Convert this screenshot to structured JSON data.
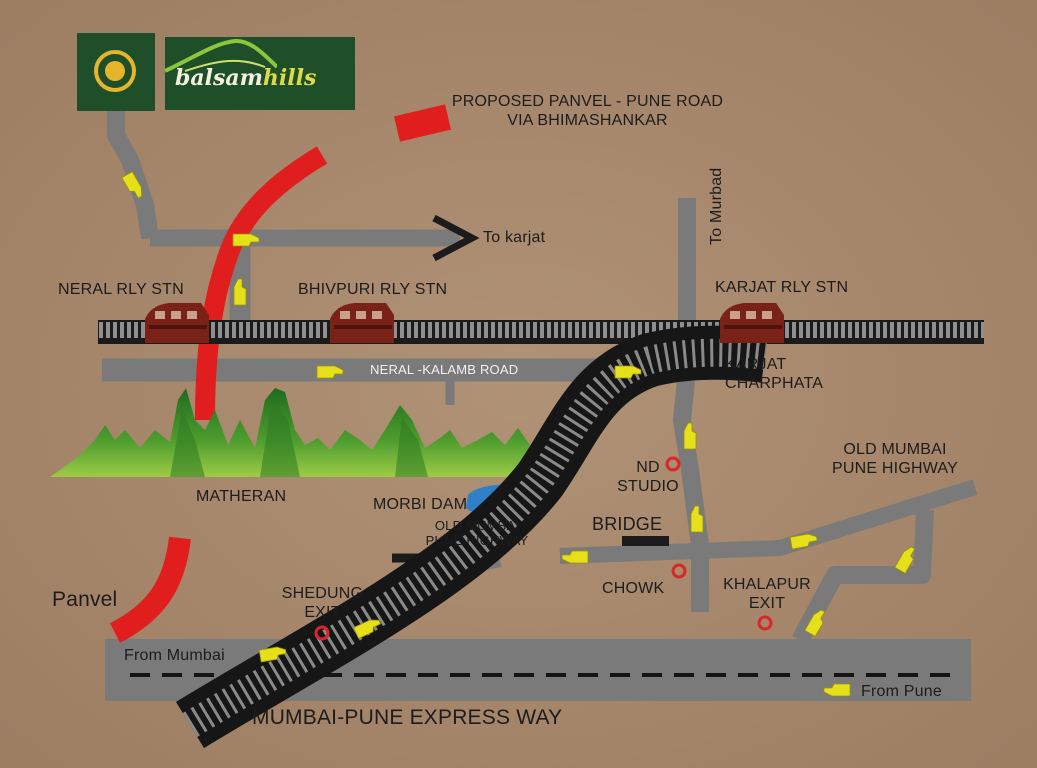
{
  "brand": {
    "name_part1": "balsam",
    "name_part2": "hills",
    "colors": {
      "background": "#1f4f29",
      "ring": "#e5b52c",
      "highlight": "#ddd94a"
    }
  },
  "labels": {
    "proposed_road_line1": "PROPOSED PANVEL - PUNE ROAD",
    "proposed_road_line2": "VIA BHIMASHANKAR",
    "to_karjat": "To karjat",
    "to_murbad": "To Murbad",
    "neral_station": "NERAL  RLY STN",
    "bhivpuri_station": "BHIVPURI RLY STN",
    "karjat_station": "KARJAT RLY STN",
    "neral_kalamb_road": "NERAL -KALAMB ROAD",
    "karjat_charphata_line1": "KARJAT",
    "karjat_charphata_line2": "CHARPHATA",
    "matheran": "MATHERAN",
    "morbi_dam": "MORBI DAM",
    "nd_studio_line1": "ND",
    "nd_studio_line2": "STUDIO",
    "old_highway_right_line1": "OLD MUMBAI",
    "old_highway_right_line2": "PUNE HIGHWAY",
    "old_highway_mid_line1": "OLD MUMBAI",
    "old_highway_mid_line2": "PUNE HIGHWAY",
    "bridge": "BRIDGE",
    "chowk": "CHOWK",
    "shedung_exit_line1": "SHEDUNG",
    "shedung_exit_line2": "EXIT",
    "khalapur_exit_line1": "KHALAPUR",
    "khalapur_exit_line2": "EXIT",
    "panvel": "Panvel",
    "from_mumbai": "From Mumbai",
    "from_pune": "From Pune",
    "expressway": "MUMBAI-PUNE EXPRESS WAY"
  },
  "colors": {
    "ground": "#a98a6e",
    "road": "#7a7a7a",
    "proposed_road": "#e01e1e",
    "railway": "#1b1b1b",
    "train": "#7a2218",
    "marker": "#e6e01a",
    "poi": "#d8262a",
    "water": "#2f7fc8",
    "hills": "#3c8d2c"
  },
  "icons": {
    "direction_marker": "pointing-hand-icon",
    "station_marker": "train-icon",
    "point_of_interest": "location-circle-icon",
    "lake": "water-icon"
  }
}
